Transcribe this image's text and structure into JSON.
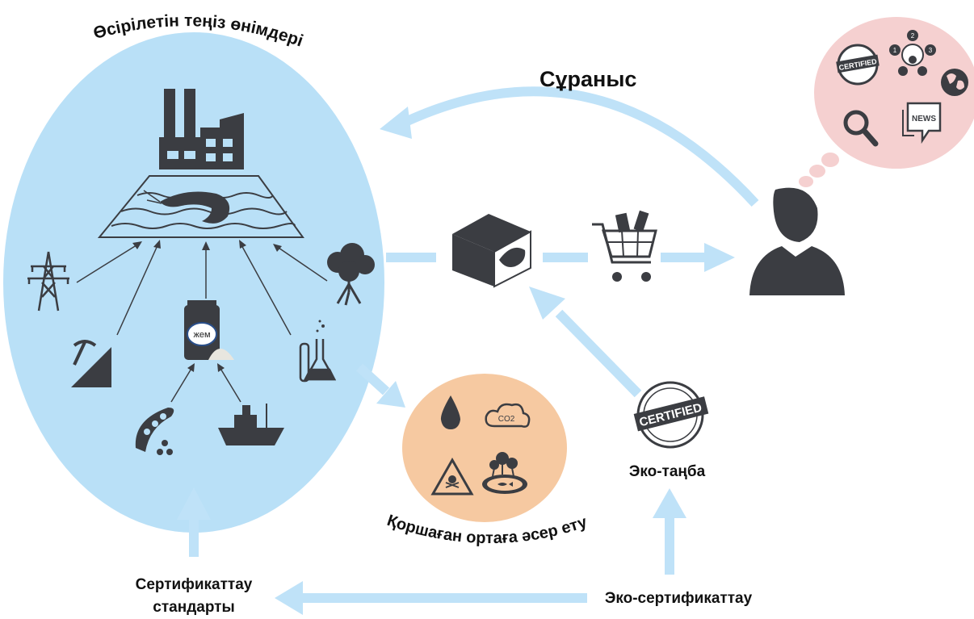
{
  "title": "Өсірілетін теңіз өнімдері",
  "demand_label": "Сұраныс",
  "feed_label": "жем",
  "co2_label": "CO2",
  "certified_stamp": "CERTIFIED",
  "news_label": "NEWS",
  "network_numbers": [
    "1",
    "2",
    "3"
  ],
  "eco_label": "Эко-таңба",
  "env_impact_label": "Қоршаған ортаға әсер ету",
  "cert_standards_line1": "Сертификаттау",
  "cert_standards_line2": "стандарты",
  "eco_certification_label": "Эко-сертификаттау",
  "colors": {
    "farm_bubble": "#b9e0f7",
    "arrow": "#bfe2f8",
    "impact_bubble": "#f6c9a1",
    "consumer_bubble": "#f5d0d0",
    "icon": "#3b3d42"
  }
}
